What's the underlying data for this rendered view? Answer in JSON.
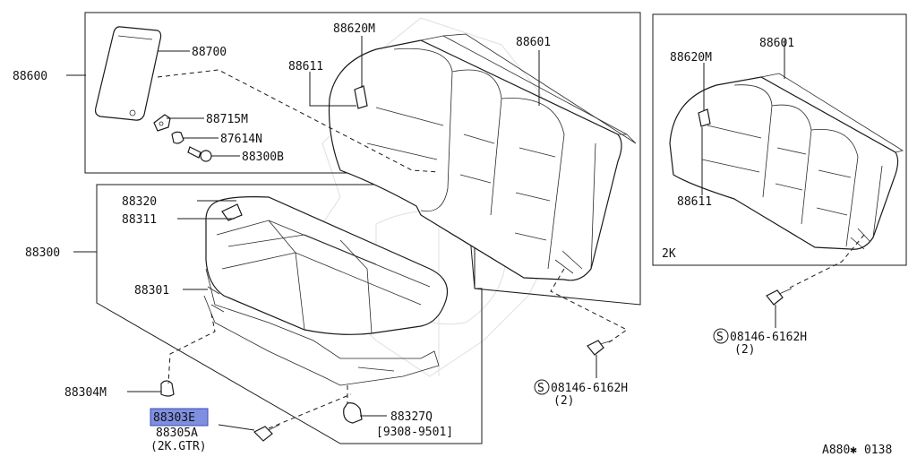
{
  "labels": {
    "l_88600": "88600",
    "l_88700": "88700",
    "l_88715M": "88715M",
    "l_87614N": "87614N",
    "l_88300B": "88300B",
    "l_88620M_main": "88620M",
    "l_88611_main": "88611",
    "l_88601_main": "88601",
    "l_88320": "88320",
    "l_88311": "88311",
    "l_88300": "88300",
    "l_88301": "88301",
    "l_88304M": "88304M",
    "l_88303E": "88303E",
    "l_88305A": "88305A",
    "l_2kgtr": "(2K.GTR)",
    "l_88327Q": "88327Q",
    "l_date": "[9308-9501]",
    "l_bolt_main": "08146-6162H",
    "l_bolt_main_qty": "(2)",
    "l_88601_inset": "88601",
    "l_88620M_inset": "88620M",
    "l_88611_inset": "88611",
    "l_inset_tag": "2K",
    "l_bolt_inset": "08146-6162H",
    "l_bolt_inset_qty": "(2)",
    "l_code": "A880✱ 0138",
    "s_symbol": "S"
  },
  "colors": {
    "highlight": "#7f8fe0",
    "line": "#1a1a1a",
    "watermark": "#e4e4e4"
  }
}
